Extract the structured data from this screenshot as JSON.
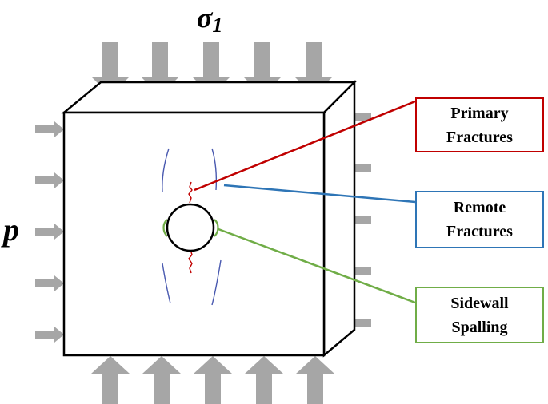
{
  "symbols": {
    "sigma": "σ",
    "sigma_subscript": "1",
    "p": "p"
  },
  "callouts": [
    {
      "line1": "Primary",
      "line2": "Fractures",
      "color": "#c00000"
    },
    {
      "line1": "Remote",
      "line2": "Fractures",
      "color": "#2e75b6"
    },
    {
      "line1": "Sidewall",
      "line2": "Spalling",
      "color": "#70ad47"
    }
  ],
  "colors": {
    "arrow": "#a6a6a6",
    "block_outline": "#000000",
    "primary_fracture": "#c00000",
    "remote_fracture": "#4a5ab0",
    "spalling": "#70ad47"
  }
}
